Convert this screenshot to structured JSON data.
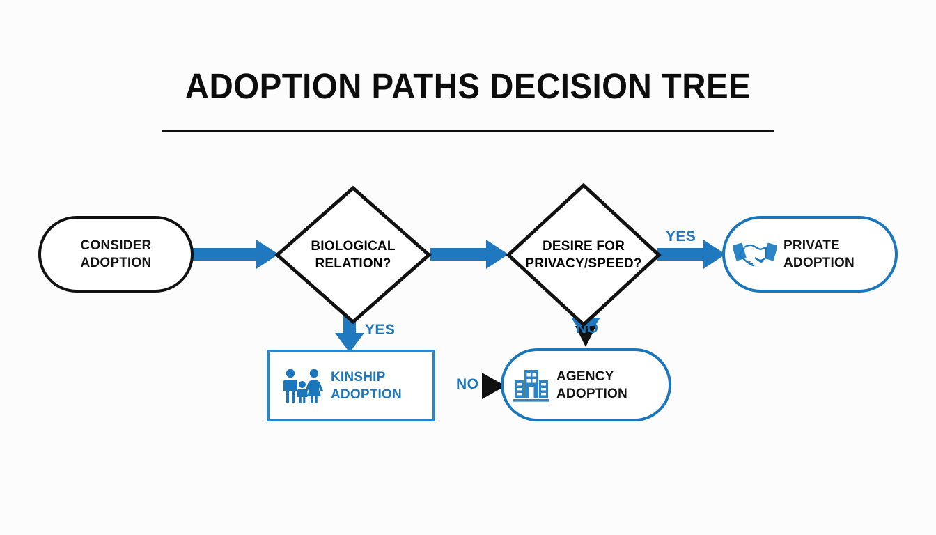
{
  "title": "ADOPTION PATHS DECISION TREE",
  "colors": {
    "background": "#fcfcfc",
    "accent_blue": "#1b76bc",
    "arrow_blue": "#2079be",
    "ink_black": "#111111"
  },
  "nodes": {
    "consider": {
      "label": "CONSIDER\nADOPTION",
      "shape": "stadium",
      "border": "black"
    },
    "biological_relation": {
      "label": "BIOLOGICAL\nRELATION?",
      "shape": "diamond",
      "border": "black"
    },
    "privacy_speed": {
      "label": "DESIRE FOR\nPRIVACY/SPEED?",
      "shape": "diamond",
      "border": "black"
    },
    "private_adoption": {
      "label": "PRIVATE\nADOPTION",
      "shape": "stadium",
      "border": "blue",
      "icon": "handshake-icon"
    },
    "kinship_adoption": {
      "label": "KINSHIP\nADOPTION",
      "shape": "rectangle",
      "border": "blue",
      "icon": "family-icon"
    },
    "agency_adoption": {
      "label": "AGENCY\nADOPTION",
      "shape": "stadium",
      "border": "blue",
      "icon": "building-icon"
    }
  },
  "branch_labels": {
    "bio_yes": "YES",
    "privacy_yes": "YES",
    "privacy_no": "NO",
    "agency_no": "NO"
  },
  "flow": [
    {
      "from": "consider",
      "to": "biological_relation",
      "label": "",
      "style": "blue-arrow"
    },
    {
      "from": "biological_relation",
      "to": "privacy_speed",
      "label": "",
      "style": "blue-arrow"
    },
    {
      "from": "biological_relation",
      "to": "kinship_adoption",
      "label": "YES",
      "style": "blue-arrow-down"
    },
    {
      "from": "privacy_speed",
      "to": "private_adoption",
      "label": "YES",
      "style": "blue-arrow"
    },
    {
      "from": "privacy_speed",
      "to": "agency_adoption",
      "label": "NO",
      "style": "black-arrow-down"
    },
    {
      "from": "privacy_speed",
      "to": "agency_adoption",
      "label": "NO",
      "style": "black-arrowhead"
    }
  ]
}
